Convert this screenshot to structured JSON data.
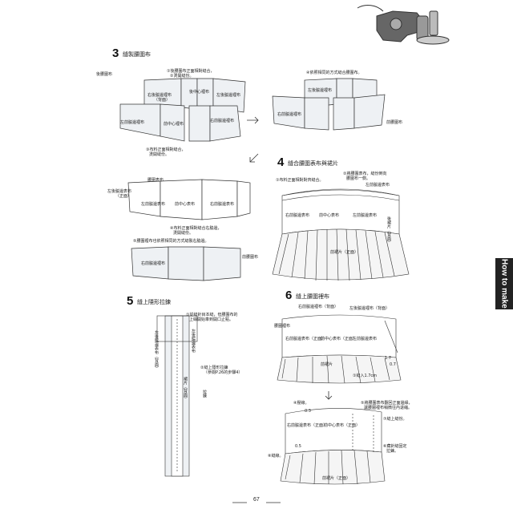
{
  "steps": {
    "s3": {
      "number": "3",
      "title": "縫製腰圍布"
    },
    "s4": {
      "number": "4",
      "title": "縫合腰圍表布與裙片"
    },
    "s5": {
      "number": "5",
      "title": "縫上隱形拉鍊"
    },
    "s6": {
      "number": "6",
      "title": "縫上腰圍裡布"
    }
  },
  "labels": {
    "back_waist_lining": "後腰圍布",
    "note_3_1": "①後腰圍布正面相對縫合，",
    "note_3_2": "②燙開縫份。",
    "rb_lining": "右後脇邊裡布",
    "back": "（背面）",
    "back_center_lining": "後中心裡布",
    "lb_lining": "左後脇邊裡布",
    "lf_lining": "左前脇邊裡布",
    "front_center_lining": "前中心裡布",
    "rf_lining": "右前脇邊裡布",
    "note_3_3": "③布料正面相對縫合，",
    "note_3_4": "燙開縫份。",
    "note_3_5": "④依照相同的方式縫合腰圍布。",
    "front_waist_lining": "前腰圍布",
    "waist_outer": "腰圍表布",
    "lb_outer": "左後脇邊表布",
    "front": "（正面）",
    "lf_outer": "左前脇邊表布",
    "front_center_outer": "前中心表布",
    "note_3_6": "④布料正面相對縫合右脇邊，",
    "note_3_7": "燙開縫份。",
    "note_3_8": "⑤腰圍裡布也依照相同的方式縫製右脇邊。",
    "rf_outer": "右前脇邊表布",
    "note_4_1": "①布料正面相對對齊縫合。",
    "note_4_2": "②將腰圍表布，縫份倒向",
    "note_4_3": "腰圍布一側。",
    "lf_outer2": "左前脇邊表布",
    "skirt": "前裙片（正面）",
    "skirt_short": "前裙片",
    "back_skirt": "後裙片（背面）",
    "note_5_1": "①從縫針目本縫，但腰圍布的",
    "note_5_2": "上緣開始車到開口止點。",
    "lb_outer_v": "左後脇邊表布",
    "lb_outer_back_v": "左後脇邊表布（背面）",
    "note_5_3": "②縫上隱形拉鍊",
    "note_5_4": "（參閱P.26的步驟4）",
    "skirt_v": "裙片（背面）",
    "zipper_v": "拉鍊",
    "waist_lining_lbl": "腰圍裡布",
    "rf_lining2": "右前脇邊裡布（背面）",
    "lb_lining_back": "左後脇邊裡布（背面）",
    "seam_1_7": "1.7",
    "seam_0_7": "0.7",
    "sew_1_7": "①縫入1.7cm",
    "note_6_4": "④壓線。",
    "note_6_5": "⑤將腰圍表布翻回正面邊緣，",
    "note_6_6": "讓腰圍裡布稍微往內退縮。",
    "note_6_7": "⑦縫上縫份。",
    "note_6_8": "⑥藏針縫固定",
    "note_6_9": "拉鍊。",
    "v_0_3": "0.3",
    "v_0_5": "0.5",
    "note_6_10": "⑧縫線。",
    "skirt_front2": "前裙片（正面）",
    "rf_outer_f": "右前脇邊表布（正面）",
    "fc_outer_f": "前中心表布（正面）",
    "sidetab": "How to make",
    "page_number": "67"
  }
}
